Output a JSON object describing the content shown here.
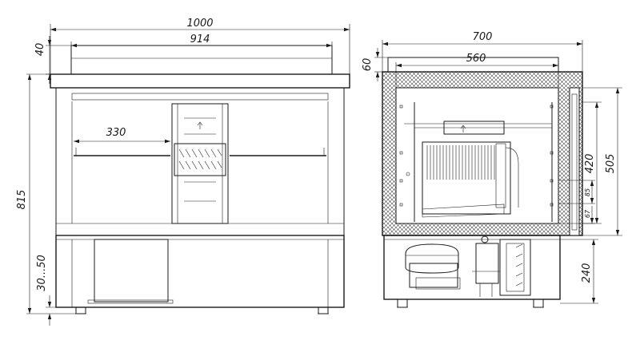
{
  "front_view": {
    "dim_total_width": "1000",
    "dim_top_width": "914",
    "dim_top_height": "40",
    "dim_shelf_width": "330",
    "dim_total_height": "815",
    "dim_feet": "30...50"
  },
  "side_view": {
    "dim_depth": "700",
    "dim_inner_depth": "560",
    "dim_top_height": "60",
    "dim_inner_height": "420",
    "dim_door_height": "505",
    "dim_gap_85": "85",
    "dim_gap_67": "67",
    "dim_unit_height": "240"
  }
}
